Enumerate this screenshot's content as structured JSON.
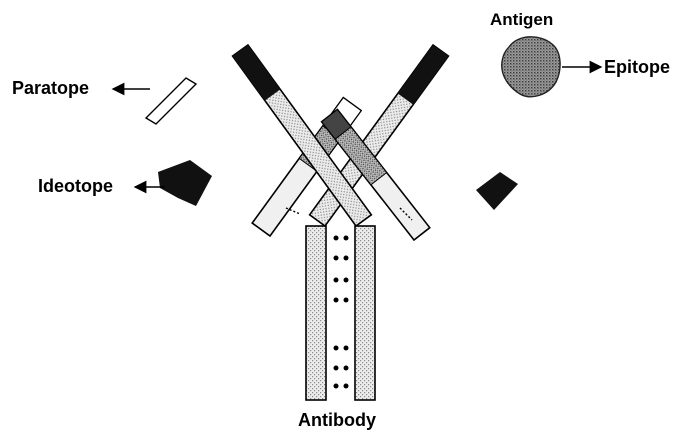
{
  "labels": {
    "paratope": "Paratope",
    "ideotope": "Ideotope",
    "antigen": "Antigen",
    "epitope": "Epitope",
    "antibody": "Antibody"
  },
  "colors": {
    "ink": "#000000",
    "light_chain_fill": "#e9e9e9",
    "stipple": "#9a9a9a",
    "dark_region": "#111111",
    "antigen_fill": "#7f7f7f"
  }
}
